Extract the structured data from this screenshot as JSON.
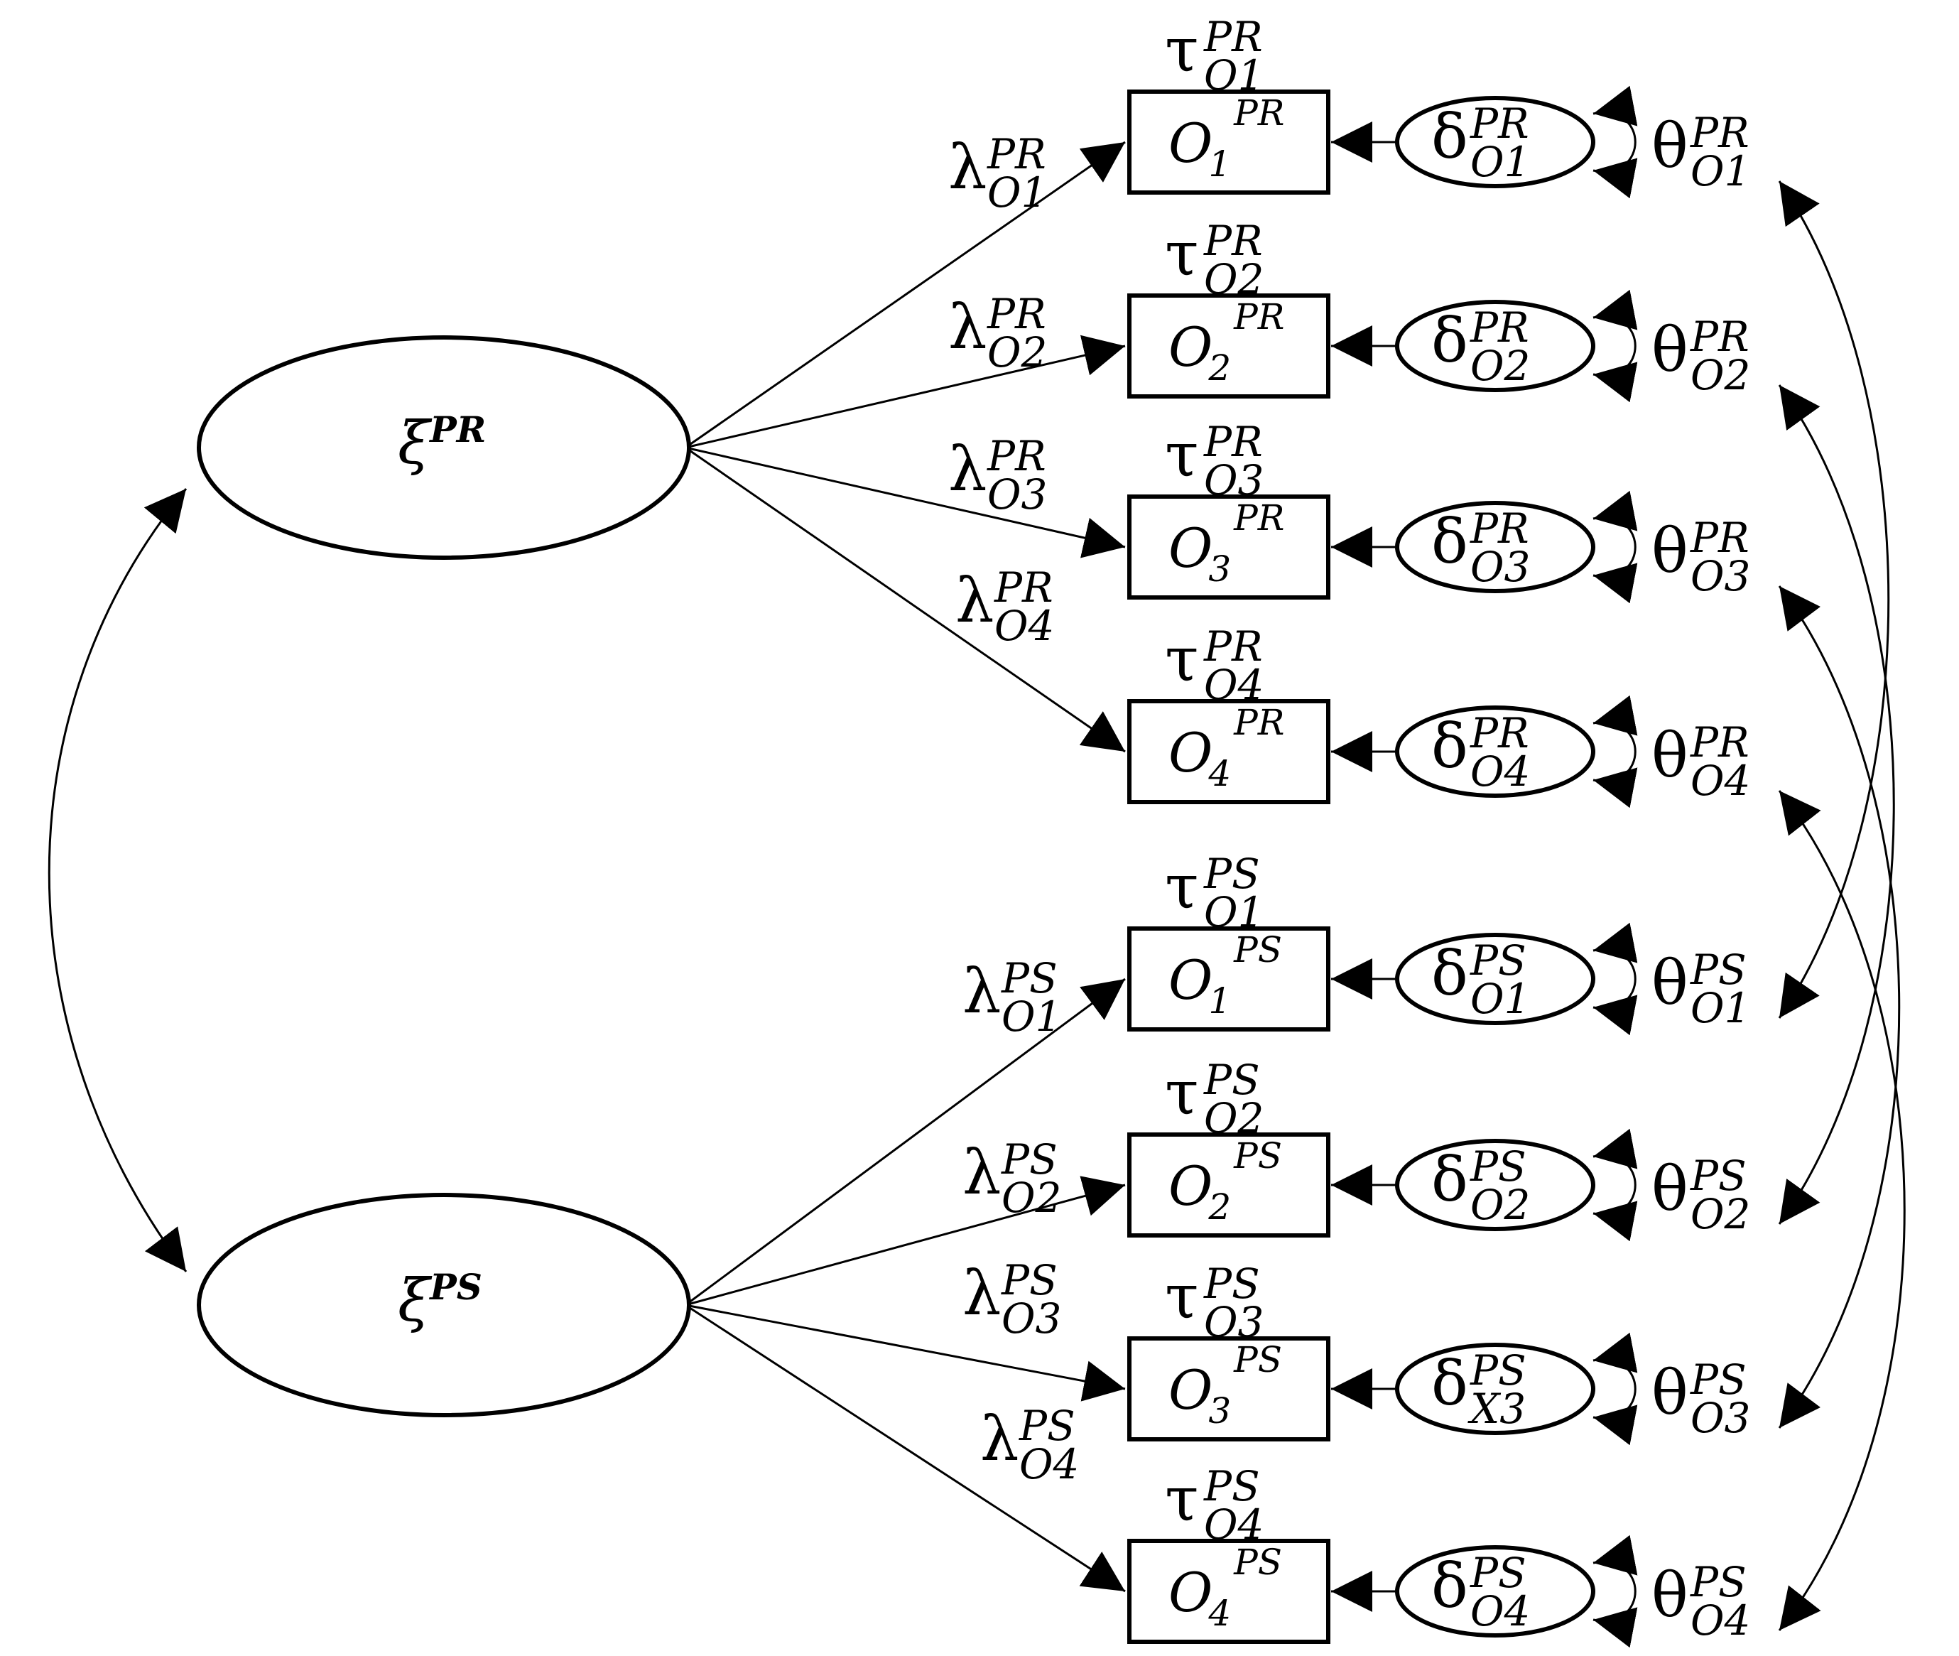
{
  "latents": [
    {
      "id": "PR",
      "base": "ξ",
      "sup": "PR"
    },
    {
      "id": "PS",
      "base": "ξ",
      "sup": "PS"
    }
  ],
  "indicators": [
    {
      "base": "O",
      "sub": "1",
      "sup": "PR",
      "tau": {
        "sup": "PR",
        "sub": "O1"
      },
      "lambda": {
        "sup": "PR",
        "sub": "O1"
      },
      "delta": {
        "sup": "PR",
        "sub": "O1"
      },
      "theta": {
        "sup": "PR",
        "sub": "O1"
      }
    },
    {
      "base": "O",
      "sub": "2",
      "sup": "PR",
      "tau": {
        "sup": "PR",
        "sub": "O2"
      },
      "lambda": {
        "sup": "PR",
        "sub": "O2"
      },
      "delta": {
        "sup": "PR",
        "sub": "O2"
      },
      "theta": {
        "sup": "PR",
        "sub": "O2"
      }
    },
    {
      "base": "O",
      "sub": "3",
      "sup": "PR",
      "tau": {
        "sup": "PR",
        "sub": "O3"
      },
      "lambda": {
        "sup": "PR",
        "sub": "O3"
      },
      "delta": {
        "sup": "PR",
        "sub": "O3"
      },
      "theta": {
        "sup": "PR",
        "sub": "O3"
      }
    },
    {
      "base": "O",
      "sub": "4",
      "sup": "PR",
      "tau": {
        "sup": "PR",
        "sub": "O4"
      },
      "lambda": {
        "sup": "PR",
        "sub": "O4"
      },
      "delta": {
        "sup": "PR",
        "sub": "O4"
      },
      "theta": {
        "sup": "PR",
        "sub": "O4"
      }
    },
    {
      "base": "O",
      "sub": "1",
      "sup": "PS",
      "tau": {
        "sup": "PS",
        "sub": "O1"
      },
      "lambda": {
        "sup": "PS",
        "sub": "O1"
      },
      "delta": {
        "sup": "PS",
        "sub": "O1"
      },
      "theta": {
        "sup": "PS",
        "sub": "O1"
      }
    },
    {
      "base": "O",
      "sub": "2",
      "sup": "PS",
      "tau": {
        "sup": "PS",
        "sub": "O2"
      },
      "lambda": {
        "sup": "PS",
        "sub": "O2"
      },
      "delta": {
        "sup": "PS",
        "sub": "O2"
      },
      "theta": {
        "sup": "PS",
        "sub": "O2"
      }
    },
    {
      "base": "O",
      "sub": "3",
      "sup": "PS",
      "tau": {
        "sup": "PS",
        "sub": "O3"
      },
      "lambda": {
        "sup": "PS",
        "sub": "O3"
      },
      "delta": {
        "sup": "PS",
        "sub": "X3"
      },
      "theta": {
        "sup": "PS",
        "sub": "O3"
      }
    },
    {
      "base": "O",
      "sub": "4",
      "sup": "PS",
      "tau": {
        "sup": "PS",
        "sub": "O4"
      },
      "lambda": {
        "sup": "PS",
        "sub": "O4"
      },
      "delta": {
        "sup": "PS",
        "sub": "O4"
      },
      "theta": {
        "sup": "PS",
        "sub": "O4"
      }
    }
  ],
  "symbols": {
    "tau": "τ",
    "lambda": "λ",
    "delta": "δ",
    "theta": "θ"
  }
}
